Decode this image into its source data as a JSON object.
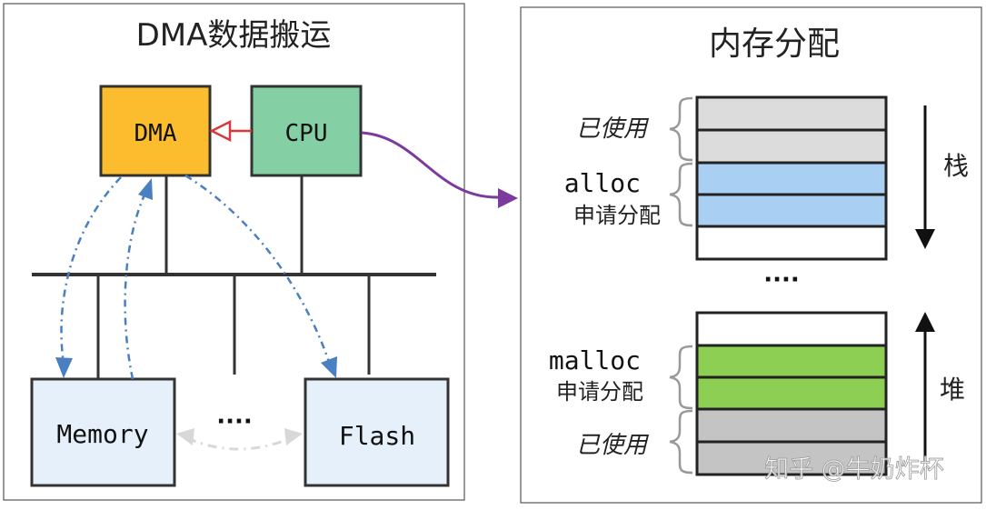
{
  "left_panel": {
    "title": "DMA数据搬运",
    "dma_label": "DMA",
    "cpu_label": "CPU",
    "memory_label": "Memory",
    "flash_label": "Flash",
    "ellipsis": "····"
  },
  "right_panel": {
    "title": "内存分配",
    "stack": {
      "used_label": "已使用",
      "alloc_label": "alloc",
      "alloc_sub": "申请分配",
      "direction_label": "栈"
    },
    "ellipsis": "····",
    "heap": {
      "malloc_label": "malloc",
      "malloc_sub": "申请分配",
      "used_label": "已使用",
      "direction_label": "堆"
    }
  },
  "watermark": "知乎 @牛奶炸杯",
  "colors": {
    "dma_fill": "#FBBC2E",
    "cpu_fill": "#84CFA4",
    "mem_fill": "#E6F0FA",
    "used_fill": "#DCDCDC",
    "used_dark_fill": "#C4C4C4",
    "alloc_fill": "#A9CFF3",
    "malloc_fill": "#8CCF52",
    "dashed_blue": "#4A7FC1",
    "purple": "#7A3A9E",
    "red_arrow": "#D9383A"
  }
}
